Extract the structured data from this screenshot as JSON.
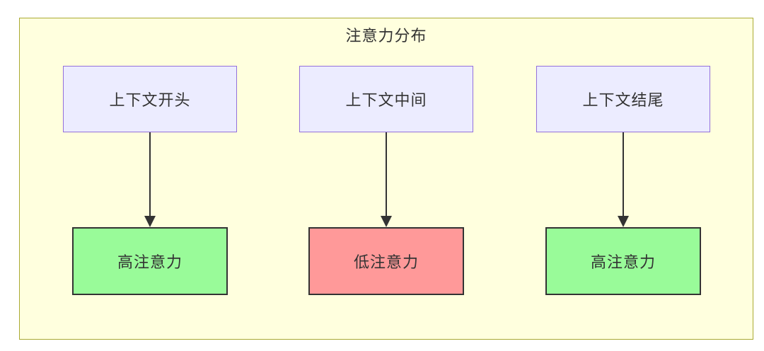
{
  "diagram": {
    "title": "注意力分布",
    "type": "flowchart",
    "flows": [
      {
        "source": "上下文开头",
        "target": "高注意力",
        "attention_level": "high"
      },
      {
        "source": "上下文中间",
        "target": "低注意力",
        "attention_level": "low"
      },
      {
        "source": "上下文结尾",
        "target": "高注意力",
        "attention_level": "high"
      }
    ],
    "colors": {
      "cluster_fill": "#ffffde",
      "cluster_border": "#aaaa33",
      "source_node_fill": "#ececff",
      "source_node_border": "#9370db",
      "high_attention_fill": "#99fb99",
      "low_attention_fill": "#ff9999",
      "target_node_border": "#333333",
      "arrow_color": "#333333",
      "text_color": "#333333"
    }
  }
}
